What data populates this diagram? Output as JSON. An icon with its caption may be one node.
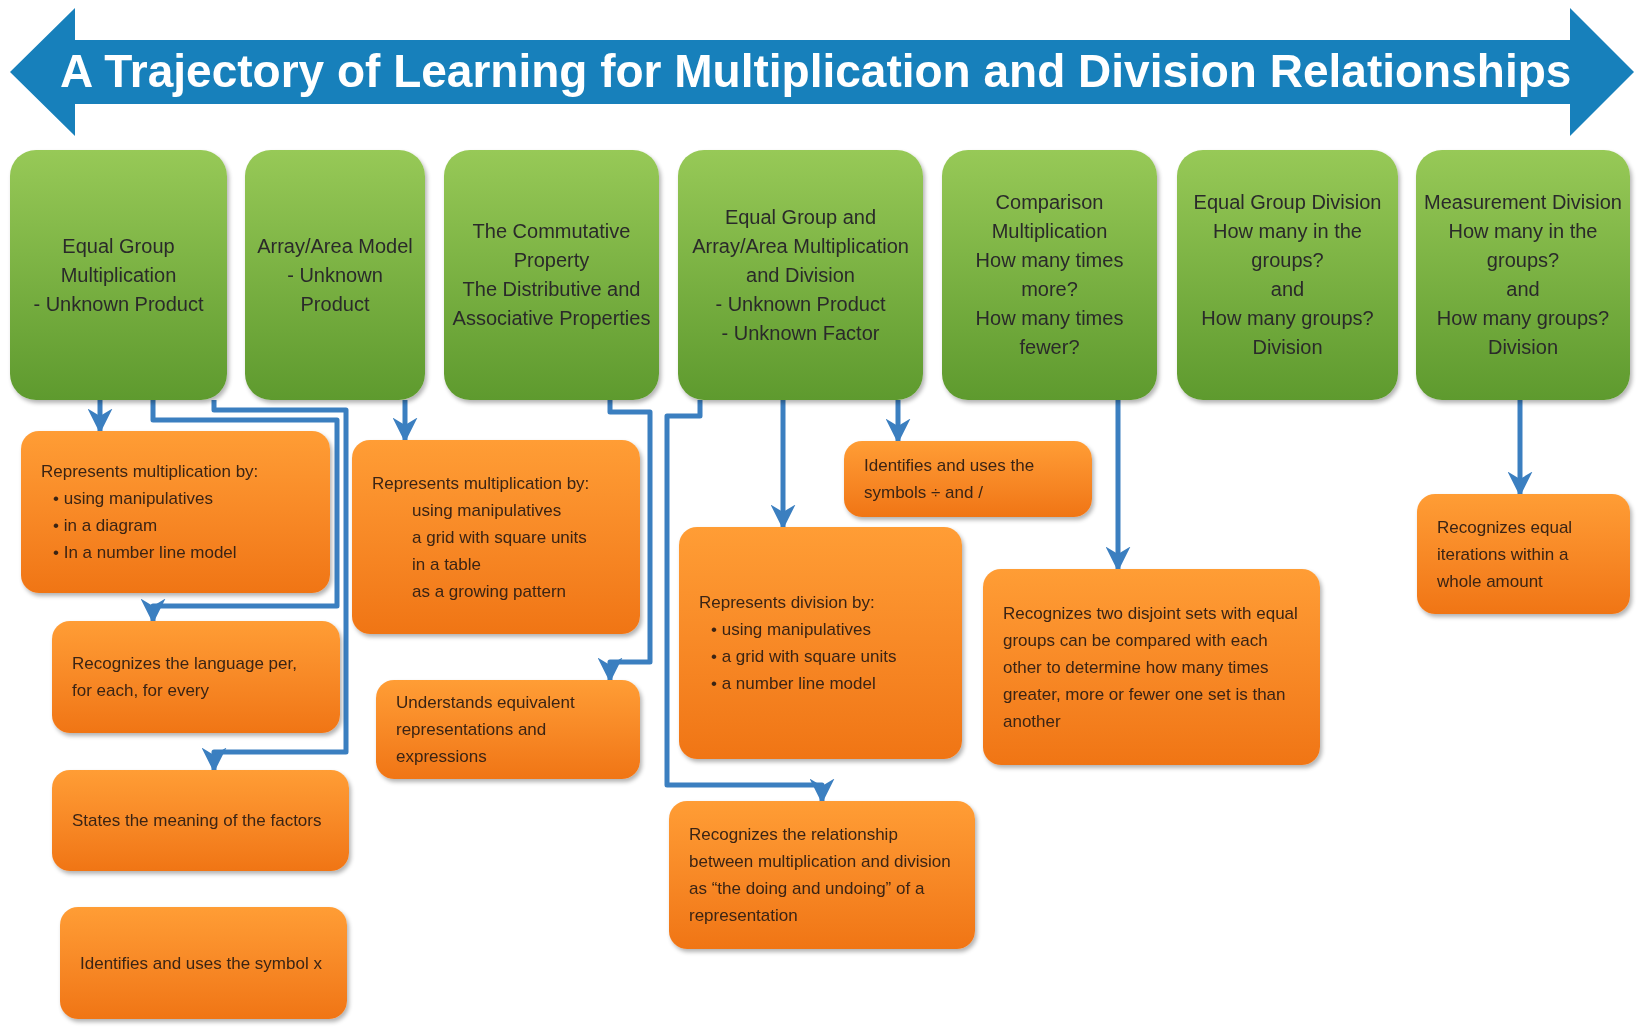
{
  "diagram": {
    "title": "A Trajectory of Learning for Multiplication and Division Relationships",
    "nodes": [
      {
        "text": [
          "Equal Group Multiplication",
          "- Unknown Product"
        ]
      },
      {
        "text": [
          "Array/Area Model",
          "- Unknown Product"
        ]
      },
      {
        "text": [
          "The Commutative Property",
          "The Distributive and Associative Properties"
        ]
      },
      {
        "text": [
          "Equal Group  and Array/Area Multiplication and Division",
          "- Unknown Product",
          "- Unknown Factor"
        ]
      },
      {
        "text": [
          "Comparison Multiplication",
          "How many times more?",
          "How many times fewer?"
        ]
      },
      {
        "text": [
          "Equal Group Division",
          "How many in the groups?",
          "and",
          "How many groups?",
          "Division"
        ]
      },
      {
        "text": [
          "Measurement Division",
          "How many in the groups?",
          "and",
          "How many groups?",
          "Division"
        ]
      },
      {
        "text": [
          "Represents multiplication by:",
          "• using manipulatives",
          "• in a diagram",
          "• In a number line model"
        ]
      },
      {
        "text": [
          "Represents multiplication by:",
          "using manipulatives",
          "a grid with square units",
          "in a table",
          "as a growing pattern"
        ]
      },
      {
        "text": [
          "Identifies and uses the symbols ÷ and /"
        ]
      },
      {
        "text": [
          "Recognizes equal iterations within a whole amount"
        ]
      },
      {
        "text": [
          "Represents division by:",
          "• using manipulatives",
          "• a grid with square units",
          "• a number line model"
        ]
      },
      {
        "text": [
          "Recognizes two disjoint sets with equal groups can be compared with each other to determine how many times greater, more or fewer one set is than another"
        ]
      },
      {
        "text": [
          "Recognizes the  language per, for each, for every"
        ]
      },
      {
        "text": [
          "Understands equivalent representations and expressions"
        ]
      },
      {
        "text": [
          "Recognizes the relationship between  multiplication and division as “the doing and undoing” of a representation"
        ]
      },
      {
        "text": [
          "States the meaning of the factors"
        ]
      },
      {
        "text": [
          "Identifies and uses the symbol x"
        ]
      }
    ],
    "edges": [
      {
        "from": 0,
        "to": 7,
        "arrow": "to"
      },
      {
        "from": 0,
        "to": 13,
        "arrow": "to"
      },
      {
        "from": 0,
        "to": 16,
        "arrow": "to"
      },
      {
        "from": 1,
        "to": 8,
        "arrow": "to"
      },
      {
        "from": 2,
        "to": 14,
        "arrow": "to"
      },
      {
        "from": 3,
        "to": 11,
        "arrow": "to"
      },
      {
        "from": 3,
        "to": 15,
        "arrow": "to"
      },
      {
        "from": 3,
        "to": 9,
        "arrow": "to"
      },
      {
        "from": 4,
        "to": 12,
        "arrow": "to"
      },
      {
        "from": 6,
        "to": 10,
        "arrow": "to"
      }
    ]
  }
}
